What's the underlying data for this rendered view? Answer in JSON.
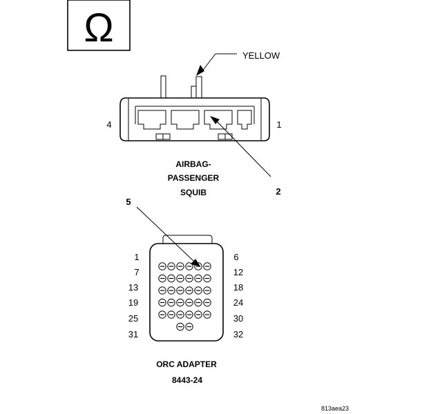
{
  "symbol": {
    "icon": "ohm-icon",
    "glyph": "Ω"
  },
  "squib_connector": {
    "wire_label": "YELLOW",
    "pin_left": "4",
    "pin_right": "1",
    "callout": "2",
    "title_lines": [
      "AIRBAG-",
      "PASSENGER",
      "SQUIB"
    ]
  },
  "orc_adapter": {
    "callout": "5",
    "pin_labels_left": [
      "1",
      "7",
      "13",
      "19",
      "25",
      "31"
    ],
    "pin_labels_right": [
      "6",
      "12",
      "18",
      "24",
      "30",
      "32"
    ],
    "pin_rows": [
      6,
      6,
      6,
      6,
      6,
      2
    ],
    "title": "ORC ADAPTER",
    "part_number": "8443-24"
  },
  "figure_id": "813aea23"
}
